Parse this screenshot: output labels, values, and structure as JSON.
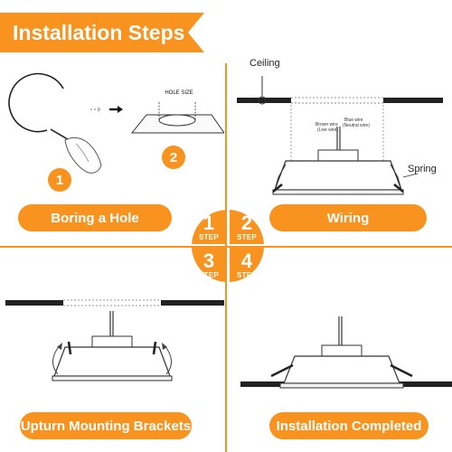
{
  "title": "Installation Steps",
  "steps": [
    {
      "label": "Boring a Hole"
    },
    {
      "label": "Wiring"
    },
    {
      "label": "Upturn Mounting Brackets"
    },
    {
      "label": "Installation Completed"
    }
  ],
  "center_badges": [
    {
      "number": "1",
      "word": "STEP"
    },
    {
      "number": "2",
      "word": "STEP"
    },
    {
      "number": "3",
      "word": "STEP"
    },
    {
      "number": "4",
      "word": "STEP"
    }
  ],
  "panel1": {
    "circle_1": "1",
    "circle_2": "2",
    "hole_size_label": "HOLE SIZE"
  },
  "panel2": {
    "ceiling_label": "Ceiling",
    "spring_label": "Spring",
    "brown_wire": "Brown wire",
    "brown_wire_sub": "(Live wire)",
    "blue_wire": "Blue wire",
    "blue_wire_sub": "(Neutral wire)"
  },
  "colors": {
    "accent": "#f7931e",
    "text_on_accent": "#ffffff"
  }
}
